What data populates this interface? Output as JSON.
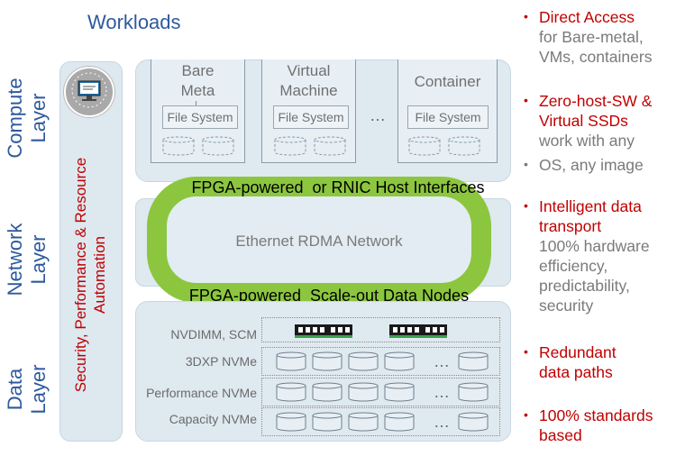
{
  "workloads_title": "Workloads",
  "layers": {
    "compute": [
      "Compute",
      "Layer"
    ],
    "network": [
      "Network",
      "Layer"
    ],
    "data": [
      "Data",
      "Layer"
    ]
  },
  "side_band": [
    "Security, Performance & Resource",
    "Automation"
  ],
  "workload_boxes": [
    {
      "title": [
        "Bare",
        "Meta"
      ],
      "fs": "File System"
    },
    {
      "title": [
        "Virtual",
        "Machine"
      ],
      "fs": "File System"
    },
    {
      "title": [
        "Container"
      ],
      "fs": "File System"
    }
  ],
  "ellipsis": "…",
  "host_interfaces_label": "FPGA-powered  or RNIC Host Interfaces",
  "network_label": "Ethernet RDMA Network",
  "data_nodes_label": "FPGA-powered  Scale-out Data Nodes",
  "data_rows": [
    {
      "label": "NVDIMM, SCM"
    },
    {
      "label": "3DXP NVMe"
    },
    {
      "label": "Performance NVMe"
    },
    {
      "label": "Capacity NVMe"
    }
  ],
  "bullets": [
    {
      "head": [
        "Direct Access"
      ],
      "body": [
        "for Bare-metal,",
        "VMs, containers"
      ]
    },
    {
      "head": [
        "Zero-host-SW &",
        "Virtual SSDs"
      ],
      "body": [
        "work with any"
      ]
    },
    {
      "head": [],
      "body": [
        "OS, any image"
      ],
      "grey_dot": true
    },
    {
      "head": [
        "Intelligent data",
        "transport"
      ],
      "body": [
        "100% hardware",
        "efficiency,",
        "predictability,",
        "security"
      ]
    },
    {
      "head": [
        "Redundant",
        "data paths"
      ],
      "body": []
    },
    {
      "head": [
        "100% standards",
        "based"
      ],
      "body": []
    }
  ],
  "colors": {
    "accent_red": "#c00000",
    "layer_blue": "#2e5a9c",
    "ring_green": "#8cc63f",
    "panel_bg": "#dfe9f0"
  },
  "icons": {
    "security": "monitor-with-globe-icon",
    "disk": "disk-cylinder-icon",
    "memory": "memory-module-icon"
  }
}
